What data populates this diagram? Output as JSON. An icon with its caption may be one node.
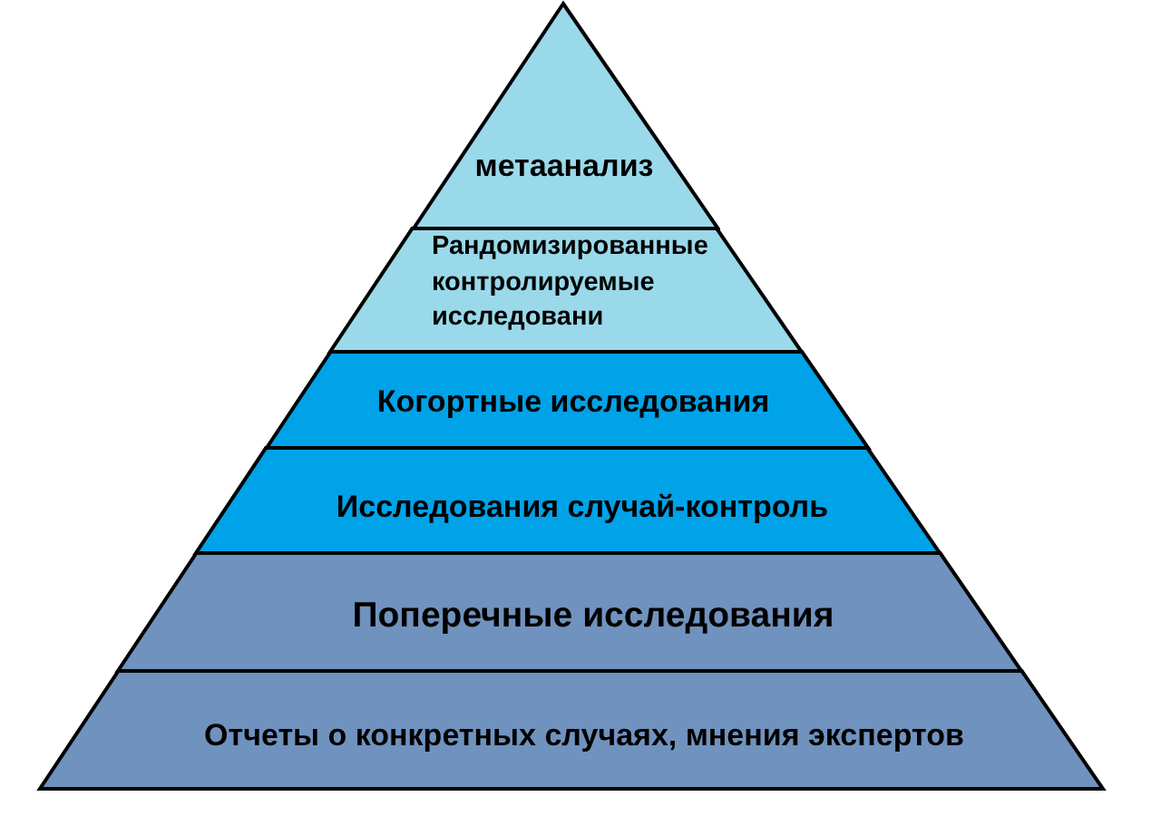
{
  "diagram": {
    "nodes": [
      {
        "text": [
          "метаанализ"
        ]
      },
      {
        "text": [
          "Рандомизированные контролируемые исследовани"
        ]
      },
      {
        "text": [
          "Когортные исследования"
        ]
      },
      {
        "text": [
          "Исследования случай-контроль"
        ]
      },
      {
        "text": [
          "Поперечные исследования"
        ]
      },
      {
        "text": [
          "Отчеты о конкретных случаях, мнения экспертов"
        ]
      }
    ]
  }
}
